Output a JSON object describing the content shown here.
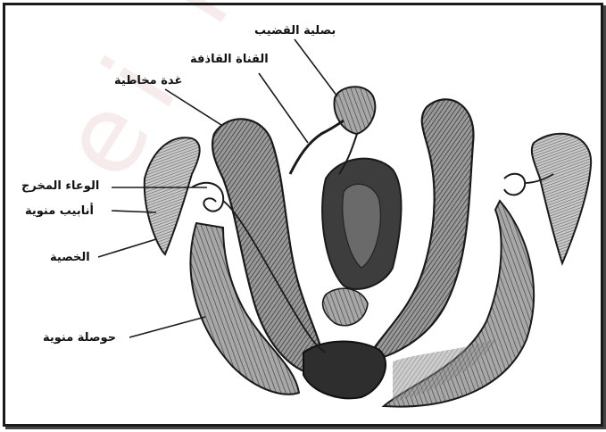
{
  "diagram": {
    "labels": {
      "bulbourethral": "بصلية القضيب",
      "ejaculatory_duct": "القناة القاذفة",
      "mucous_gland": "غدة مخاطية",
      "vas_deferens": "الوعاء المخرج",
      "seminiferous_tubules": "أنابيب منوية",
      "testis": "الخصية",
      "seminal_vesicle": "حوصلة منوية"
    },
    "watermark_text": "ei kand",
    "colors": {
      "ink": "#1a1a1a",
      "tissue_dark": "#555555",
      "tissue_mid": "#8a8a8a",
      "tissue_light": "#bdbdbd",
      "watermark": "#f0dede"
    }
  }
}
